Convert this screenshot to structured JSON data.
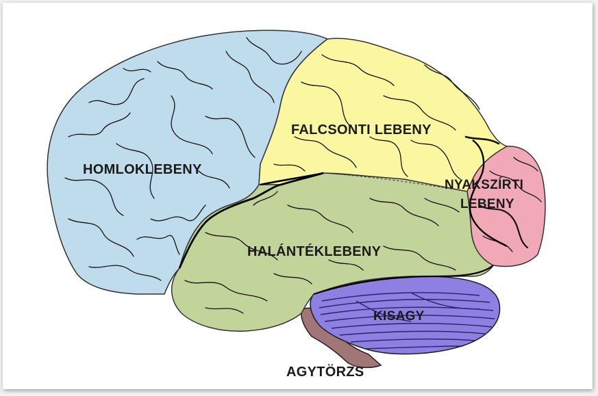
{
  "diagram": {
    "lobes": [
      {
        "key": "frontal",
        "label": "HOMLOKLEBENY",
        "color": "#bfdcec"
      },
      {
        "key": "parietal",
        "label": "FALCSONTI LEBENY",
        "color": "#fbf7a0"
      },
      {
        "key": "occipital",
        "label_lines": [
          "NYAKSZÍRTI",
          "LEBENY"
        ],
        "color": "#f2a9b7"
      },
      {
        "key": "temporal",
        "label": "HALÁNTÉKLEBENY",
        "color": "#c3d49a"
      },
      {
        "key": "cerebellum",
        "label": "KISAGY",
        "color": "#8d80e2"
      },
      {
        "key": "brainstem",
        "label": "AGYTÖRZS",
        "color": "#a07676"
      }
    ]
  }
}
